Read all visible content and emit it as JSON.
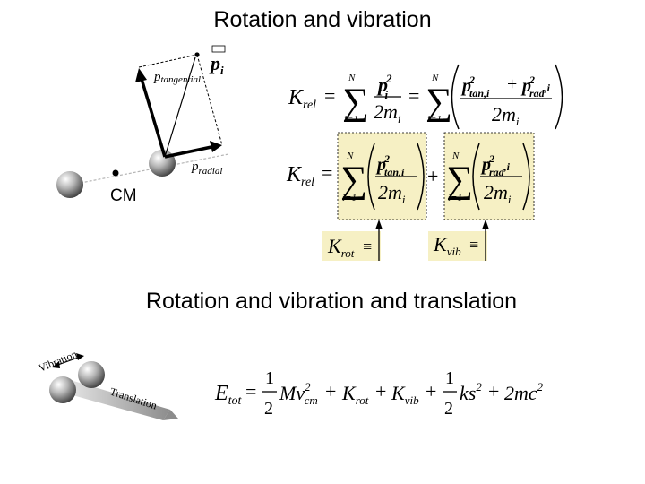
{
  "titles": {
    "top": "Rotation and vibration",
    "bottom": "Rotation and vibration and translation"
  },
  "diagram_top": {
    "p_i_label": "p",
    "p_i_sub": "i",
    "p_tangential_label": "p",
    "p_tangential_sub": "tangential",
    "p_radial_label": "p",
    "p_radial_sub": "radial",
    "cm_label": "CM"
  },
  "diagram_bottom": {
    "vibration_label": "Vibration",
    "translation_label": "Translation"
  },
  "eq1": {
    "lhs": "K",
    "lhs_sub": "rel",
    "equals": "=",
    "sum_top": "N",
    "sum_bottom": "i=1",
    "p": "p",
    "i": "i",
    "two": "2",
    "two_m": "2m",
    "tan_sub": "tan,",
    "rad_sub": "rad",
    "comma_i": ",i",
    "plus": "+"
  },
  "eq2": {
    "lhs": "K",
    "lhs_sub": "rel",
    "equals": "=",
    "sum_top": "N",
    "sum_bottom": "i=1",
    "plus": "+",
    "p": "p",
    "two": "2",
    "tan_sub": "tan,i",
    "rad_sub": "rad",
    "comma_i": ",i",
    "two_m": "2m",
    "i": "i"
  },
  "krot": {
    "k": "K",
    "sub": "rot",
    "equiv": "≡"
  },
  "kvib": {
    "k": "K",
    "sub": "vib",
    "equiv": "≡"
  },
  "eq3": {
    "E": "E",
    "E_sub": "tot",
    "equals": "=",
    "one": "1",
    "two": "2",
    "Mv": "Mv",
    "v_sup": "2",
    "v_sub": "cm",
    "plus": "+",
    "K": "K",
    "rot": "rot",
    "vib": "vib",
    "ks": "ks",
    "s_sup": "2",
    "mc": "2mc",
    "c_sup": "2"
  },
  "colors": {
    "highlight": "#f6f0c4",
    "sphere": "#9a9a9a"
  }
}
